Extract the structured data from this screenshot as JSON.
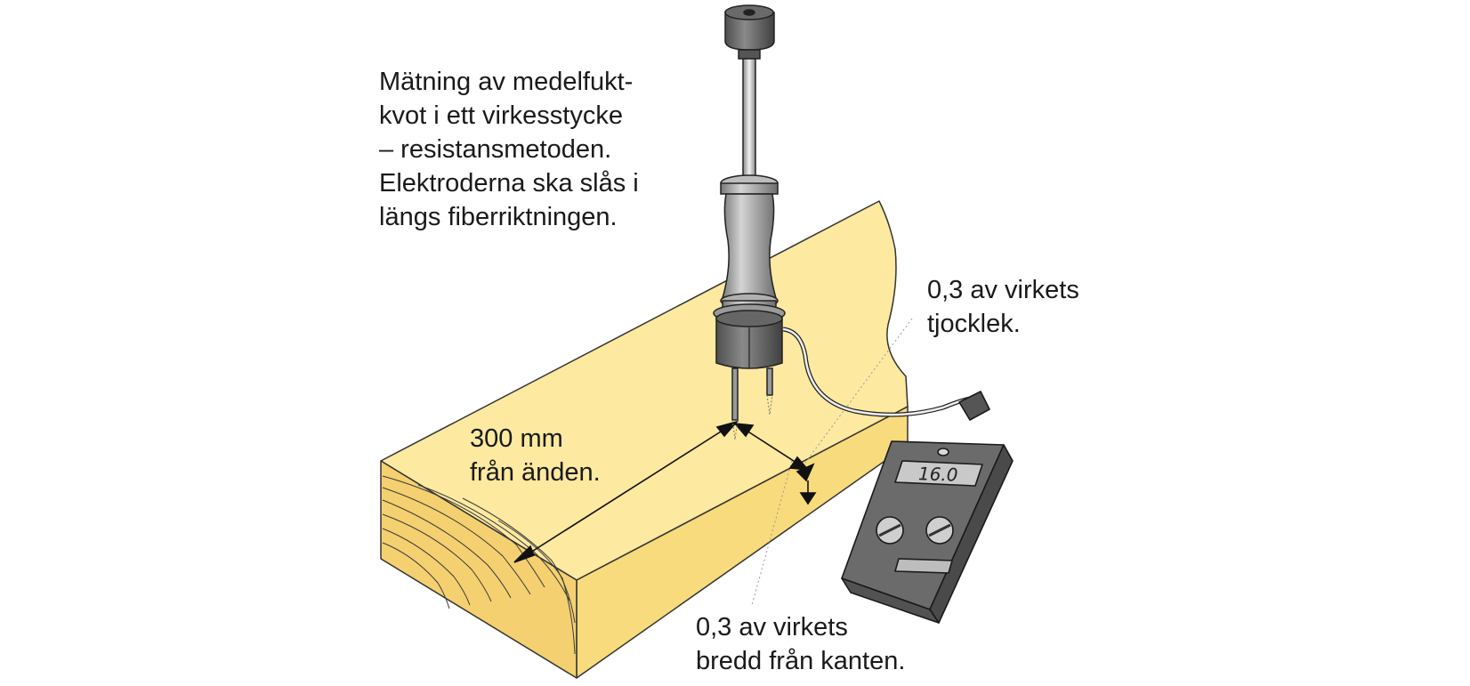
{
  "caption": {
    "lines": [
      "Mätning av medelfukt-",
      "kvot i ett virkesstycke",
      "– resistansmetoden.",
      "Elektroderna ska slås i",
      "längs fiberriktningen."
    ]
  },
  "labels": {
    "thickness": [
      "0,3 av virkets",
      "tjocklek."
    ],
    "length": [
      "300 mm",
      "från änden."
    ],
    "width": [
      "0,3 av virkets",
      "bredd från kanten."
    ]
  },
  "meter": {
    "reading": "16.0"
  },
  "colors": {
    "wood_top": "#fde9a0",
    "wood_side": "#f8db7c",
    "wood_end": "#f4d070",
    "device_body": "#6b6b6b",
    "device_side": "#4a4a4a",
    "screen": "#c9c9c9",
    "handle": "#a7a7a7"
  }
}
